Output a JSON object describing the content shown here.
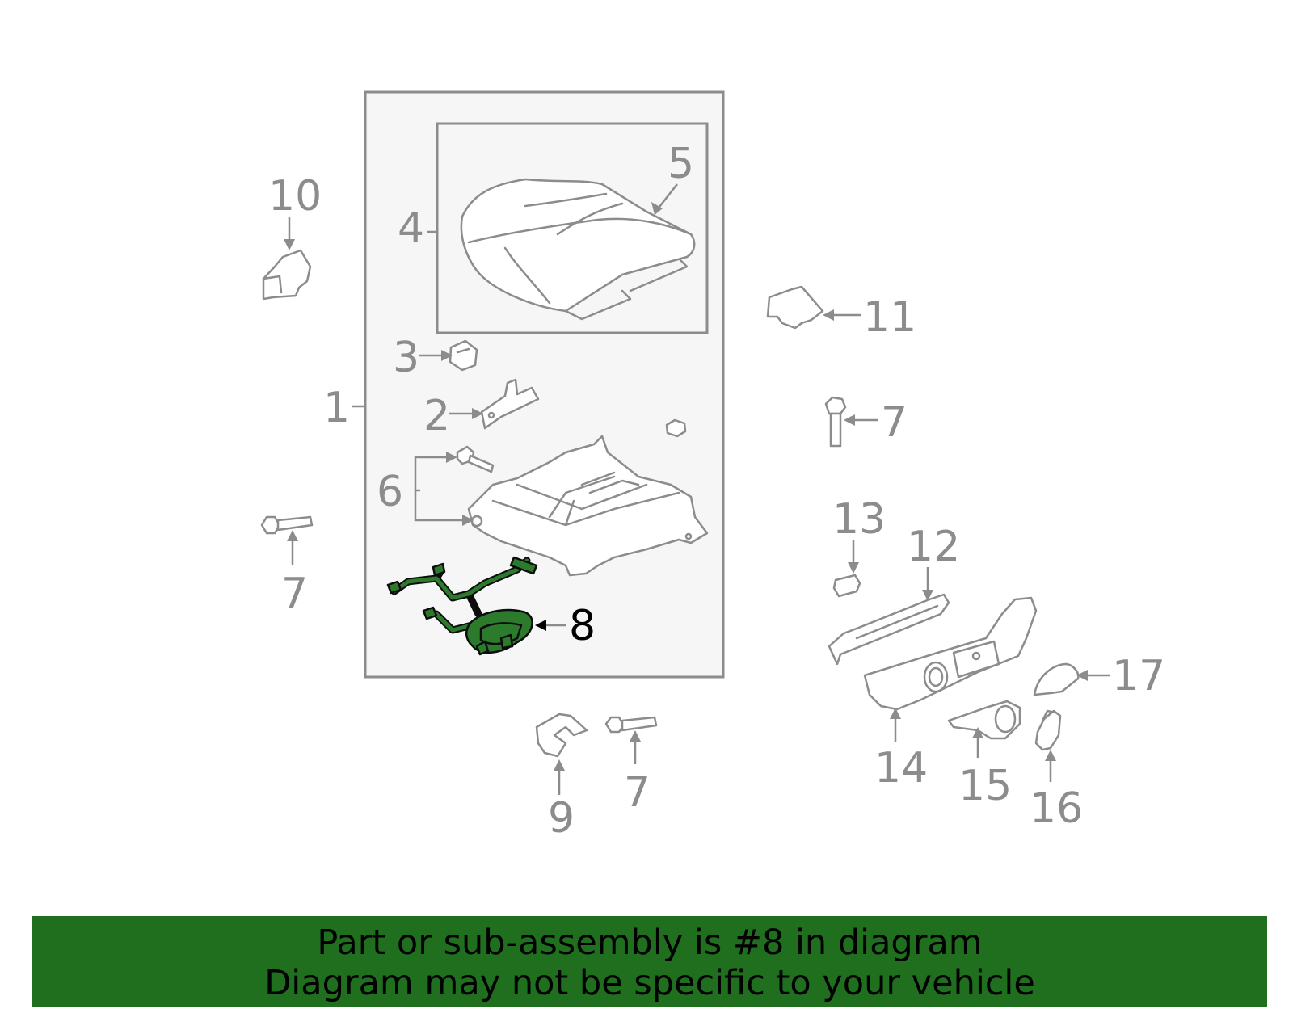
{
  "diagram": {
    "highlight_color": "#1f6f1f",
    "labels": {
      "n1": "1",
      "n2": "2",
      "n3": "3",
      "n4": "4",
      "n5": "5",
      "n6": "6",
      "n7a": "7",
      "n7b": "7",
      "n7c": "7",
      "n8": "8",
      "n9": "9",
      "n10": "10",
      "n11": "11",
      "n12": "12",
      "n13": "13",
      "n14": "14",
      "n15": "15",
      "n16": "16",
      "n17": "17"
    },
    "highlighted_part": "8"
  },
  "banner": {
    "line1": "Part or sub-assembly is #8 in diagram",
    "line2": "Diagram may not be specific to your vehicle"
  }
}
